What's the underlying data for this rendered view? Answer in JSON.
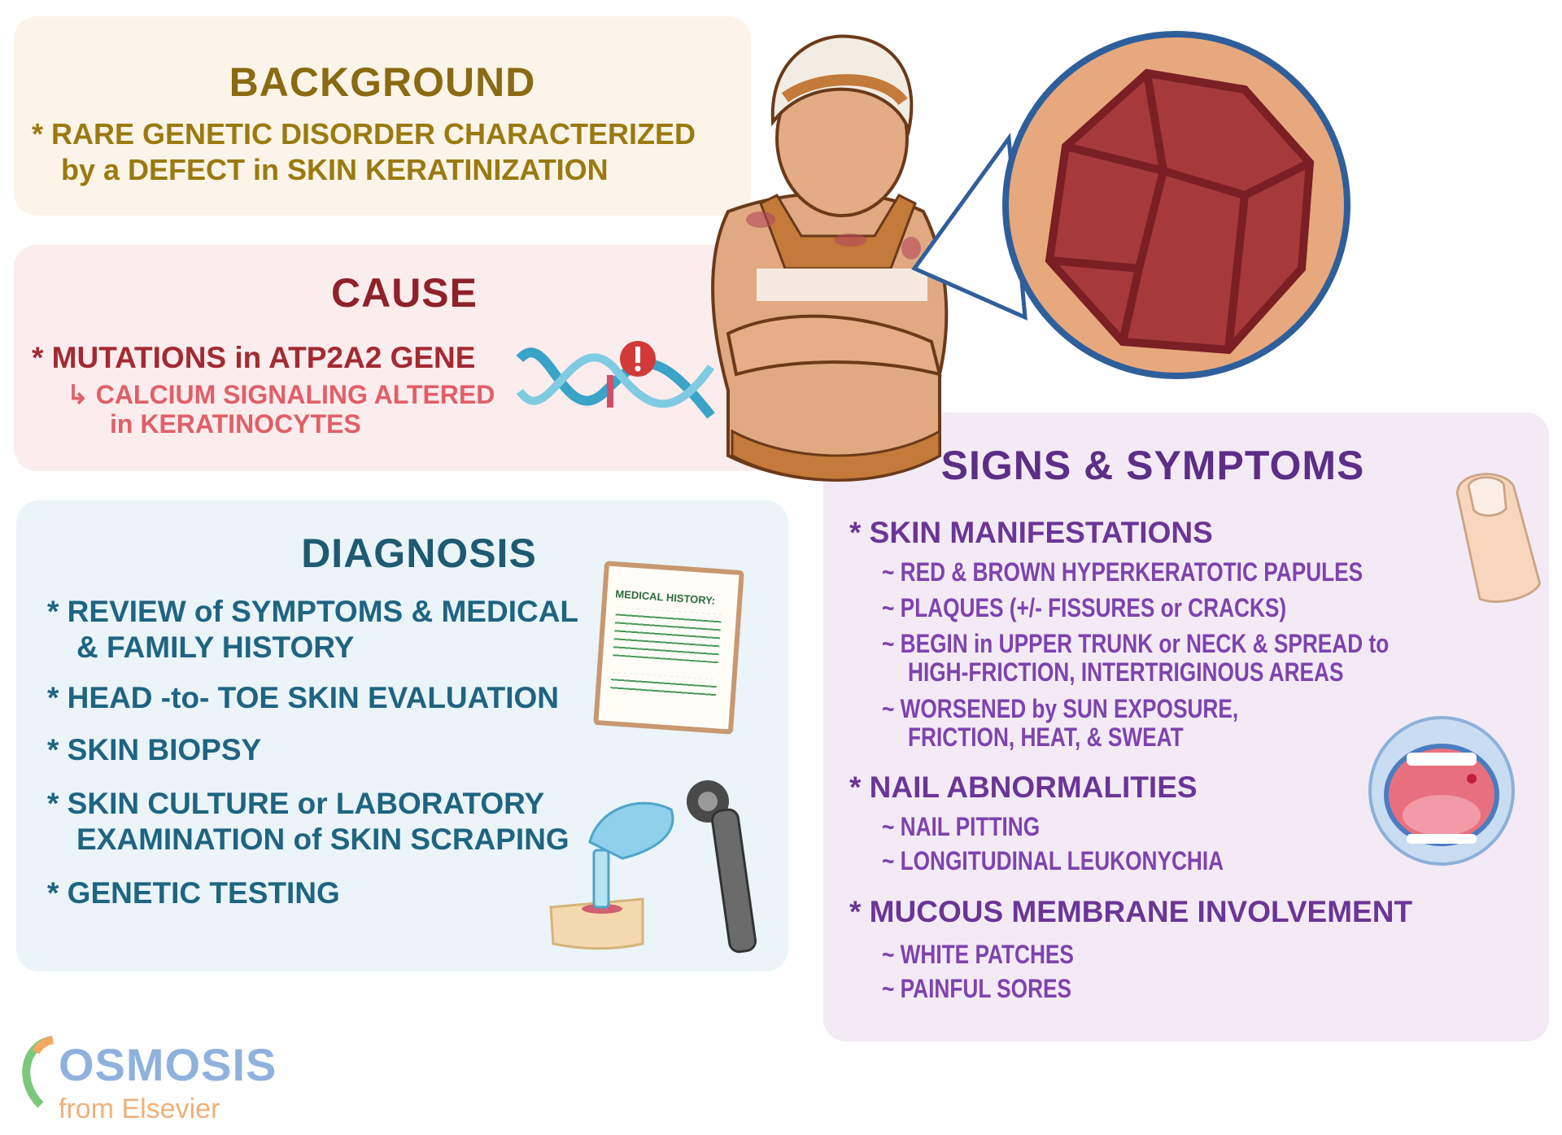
{
  "background": {
    "title": "BACKGROUND",
    "lines": [
      "* RARE GENETIC DISORDER CHARACTERIZED",
      "by a DEFECT in SKIN KERATINIZATION"
    ]
  },
  "cause": {
    "title": "CAUSE",
    "lines": [
      "* MUTATIONS in ATP2A2 GENE",
      "↳ CALCIUM SIGNALING ALTERED",
      "in KERATINOCYTES"
    ]
  },
  "diagnosis": {
    "title": "DIAGNOSIS",
    "items": [
      "* REVIEW of SYMPTOMS & MEDICAL",
      "& FAMILY HISTORY",
      "* HEAD -to- TOE SKIN EVALUATION",
      "* SKIN BIOPSY",
      "* SKIN CULTURE or LABORATORY",
      "EXAMINATION of SKIN SCRAPING",
      "* GENETIC TESTING"
    ],
    "clipboard_label": "MEDICAL HISTORY:"
  },
  "signs": {
    "title": "SIGNS & SYMPTOMS",
    "groups": [
      {
        "heading": "* SKIN MANIFESTATIONS",
        "items": [
          "~ RED & BROWN HYPERKERATOTIC PAPULES",
          "~ PLAQUES (+/- FISSURES or CRACKS)",
          "~ BEGIN in UPPER TRUNK or NECK & SPREAD to",
          "HIGH-FRICTION, INTERTRIGINOUS AREAS",
          "~ WORSENED by SUN EXPOSURE,",
          "FRICTION, HEAT, & SWEAT"
        ]
      },
      {
        "heading": "* NAIL ABNORMALITIES",
        "items": [
          "~ NAIL PITTING",
          "~ LONGITUDINAL LEUKONYCHIA"
        ]
      },
      {
        "heading": "* MUCOUS MEMBRANE INVOLVEMENT",
        "items": [
          "~ WHITE PATCHES",
          "~ PAINFUL SORES"
        ]
      }
    ]
  },
  "logo": {
    "word": "OSMOSIS",
    "sub": "from Elsevier"
  },
  "colors": {
    "background": "#fcf4e8",
    "cause": "#fbeced",
    "diagnosis": "#eaf4f9",
    "signs": "#f3eaf6"
  }
}
